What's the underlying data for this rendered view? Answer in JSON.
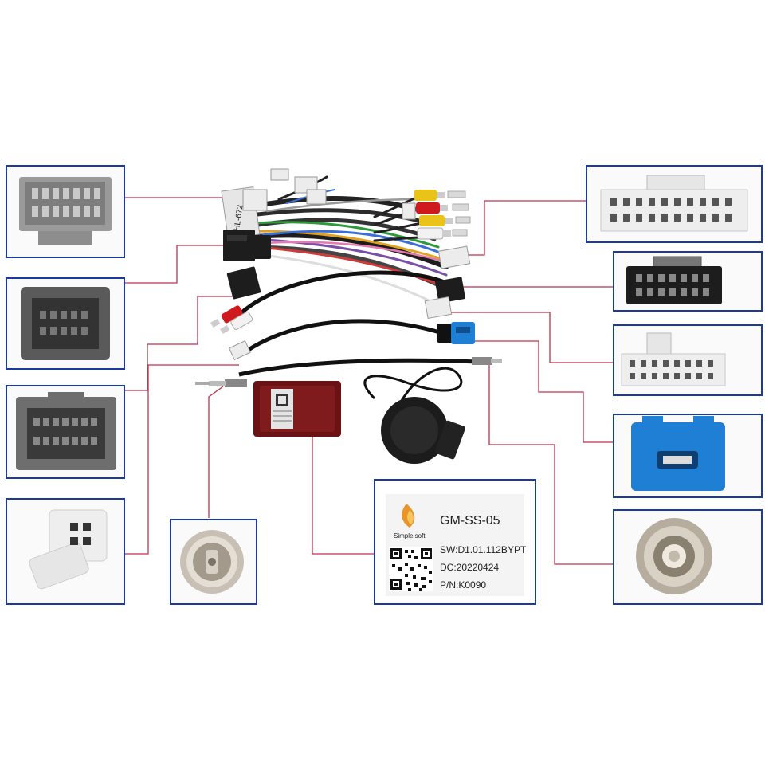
{
  "harness": {
    "tag": "HL-672"
  },
  "label": {
    "brand": "Simple soft",
    "model": "GM-SS-05",
    "sw": "SW:D1.01.112BYPT",
    "dc": "DC:20220424",
    "pn": "P/N:K0090"
  },
  "colors": {
    "frame": "#1c3a9c",
    "leader": "#c2324e",
    "connector_grey": "#8a8a8a",
    "connector_black": "#1d1d1d",
    "connector_white": "#ececec",
    "connector_blue": "#1f7fd4",
    "rca_red": "#d0191d",
    "rca_yellow": "#e9c21a",
    "rca_white": "#f2f2f2"
  }
}
